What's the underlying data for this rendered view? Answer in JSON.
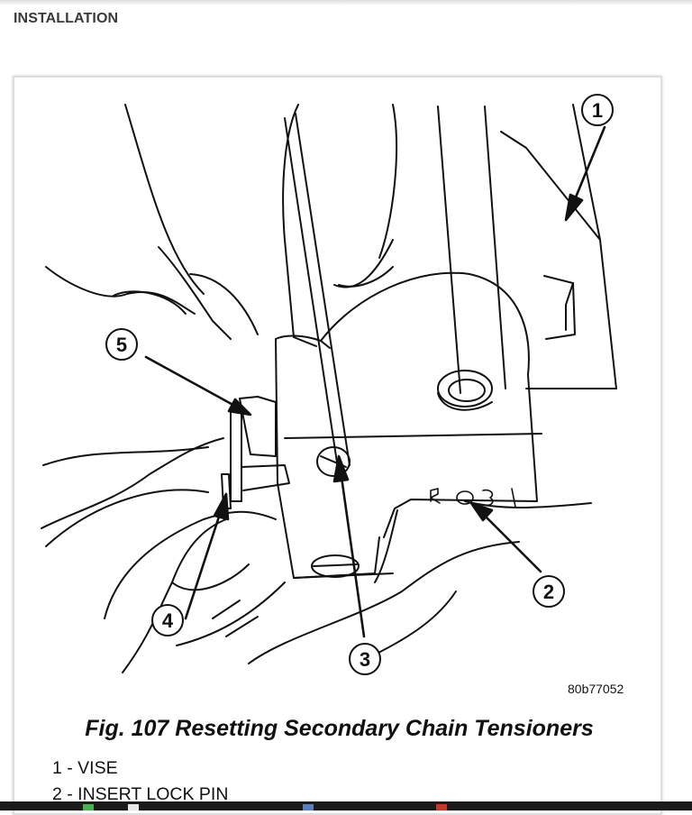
{
  "page": {
    "section_heading": "INSTALLATION"
  },
  "figure": {
    "reference_code": "80b77052",
    "caption": "Fig. 107 Resetting Secondary Chain Tensioners",
    "callouts": [
      "1",
      "2",
      "3",
      "4",
      "5"
    ],
    "legend": [
      "1 - VISE",
      "2 - INSERT LOCK PIN"
    ],
    "stamped_marks": [
      "1",
      "3",
      "R"
    ]
  },
  "taskbar": {
    "icons": [
      "app-icon-green",
      "app-icon-white",
      "app-icon-blue",
      "app-icon-red"
    ]
  }
}
